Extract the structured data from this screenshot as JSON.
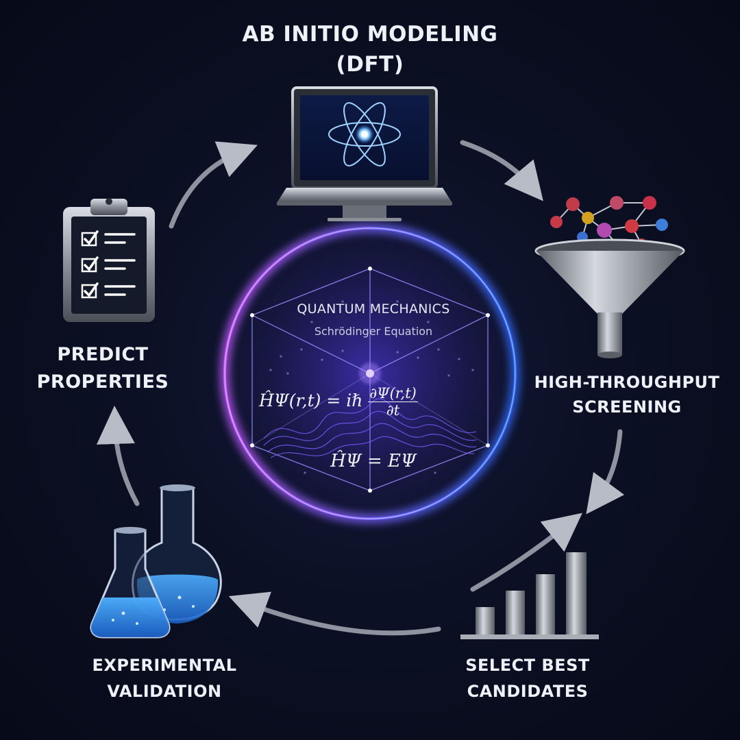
{
  "stages": {
    "top": {
      "line1": "AB INITIO MODELING",
      "line2": "(DFT)"
    },
    "right": {
      "line1": "HIGH-THROUGHPUT",
      "line2": "SCREENING"
    },
    "bottom_right": {
      "line1": "SELECT BEST",
      "line2": "CANDIDATES"
    },
    "bottom_left": {
      "line1": "EXPERIMENTAL",
      "line2": "VALIDATION"
    },
    "left": {
      "line1": "PREDICT",
      "line2": "PROPERTIES"
    }
  },
  "center": {
    "title": "QUANTUM MECHANICS",
    "subtitle": "Schrödinger Equation",
    "equation_time_dependent": {
      "lhs": "ĤΨ(r,t) = iℏ",
      "numerator": "∂Ψ(r,t)",
      "denominator": "∂t"
    },
    "equation_time_independent": "ĤΨ = EΨ"
  },
  "icons": [
    "laptop-atom-icon",
    "molecule-funnel-icon",
    "bar-chart-icon",
    "flasks-icon",
    "clipboard-checklist-icon"
  ],
  "colors": {
    "ring_purple": "#b65cff",
    "ring_blue": "#3f7bff",
    "liquid_blue": "#2d8fe6",
    "arrow_gray": "#9aa0ad"
  }
}
